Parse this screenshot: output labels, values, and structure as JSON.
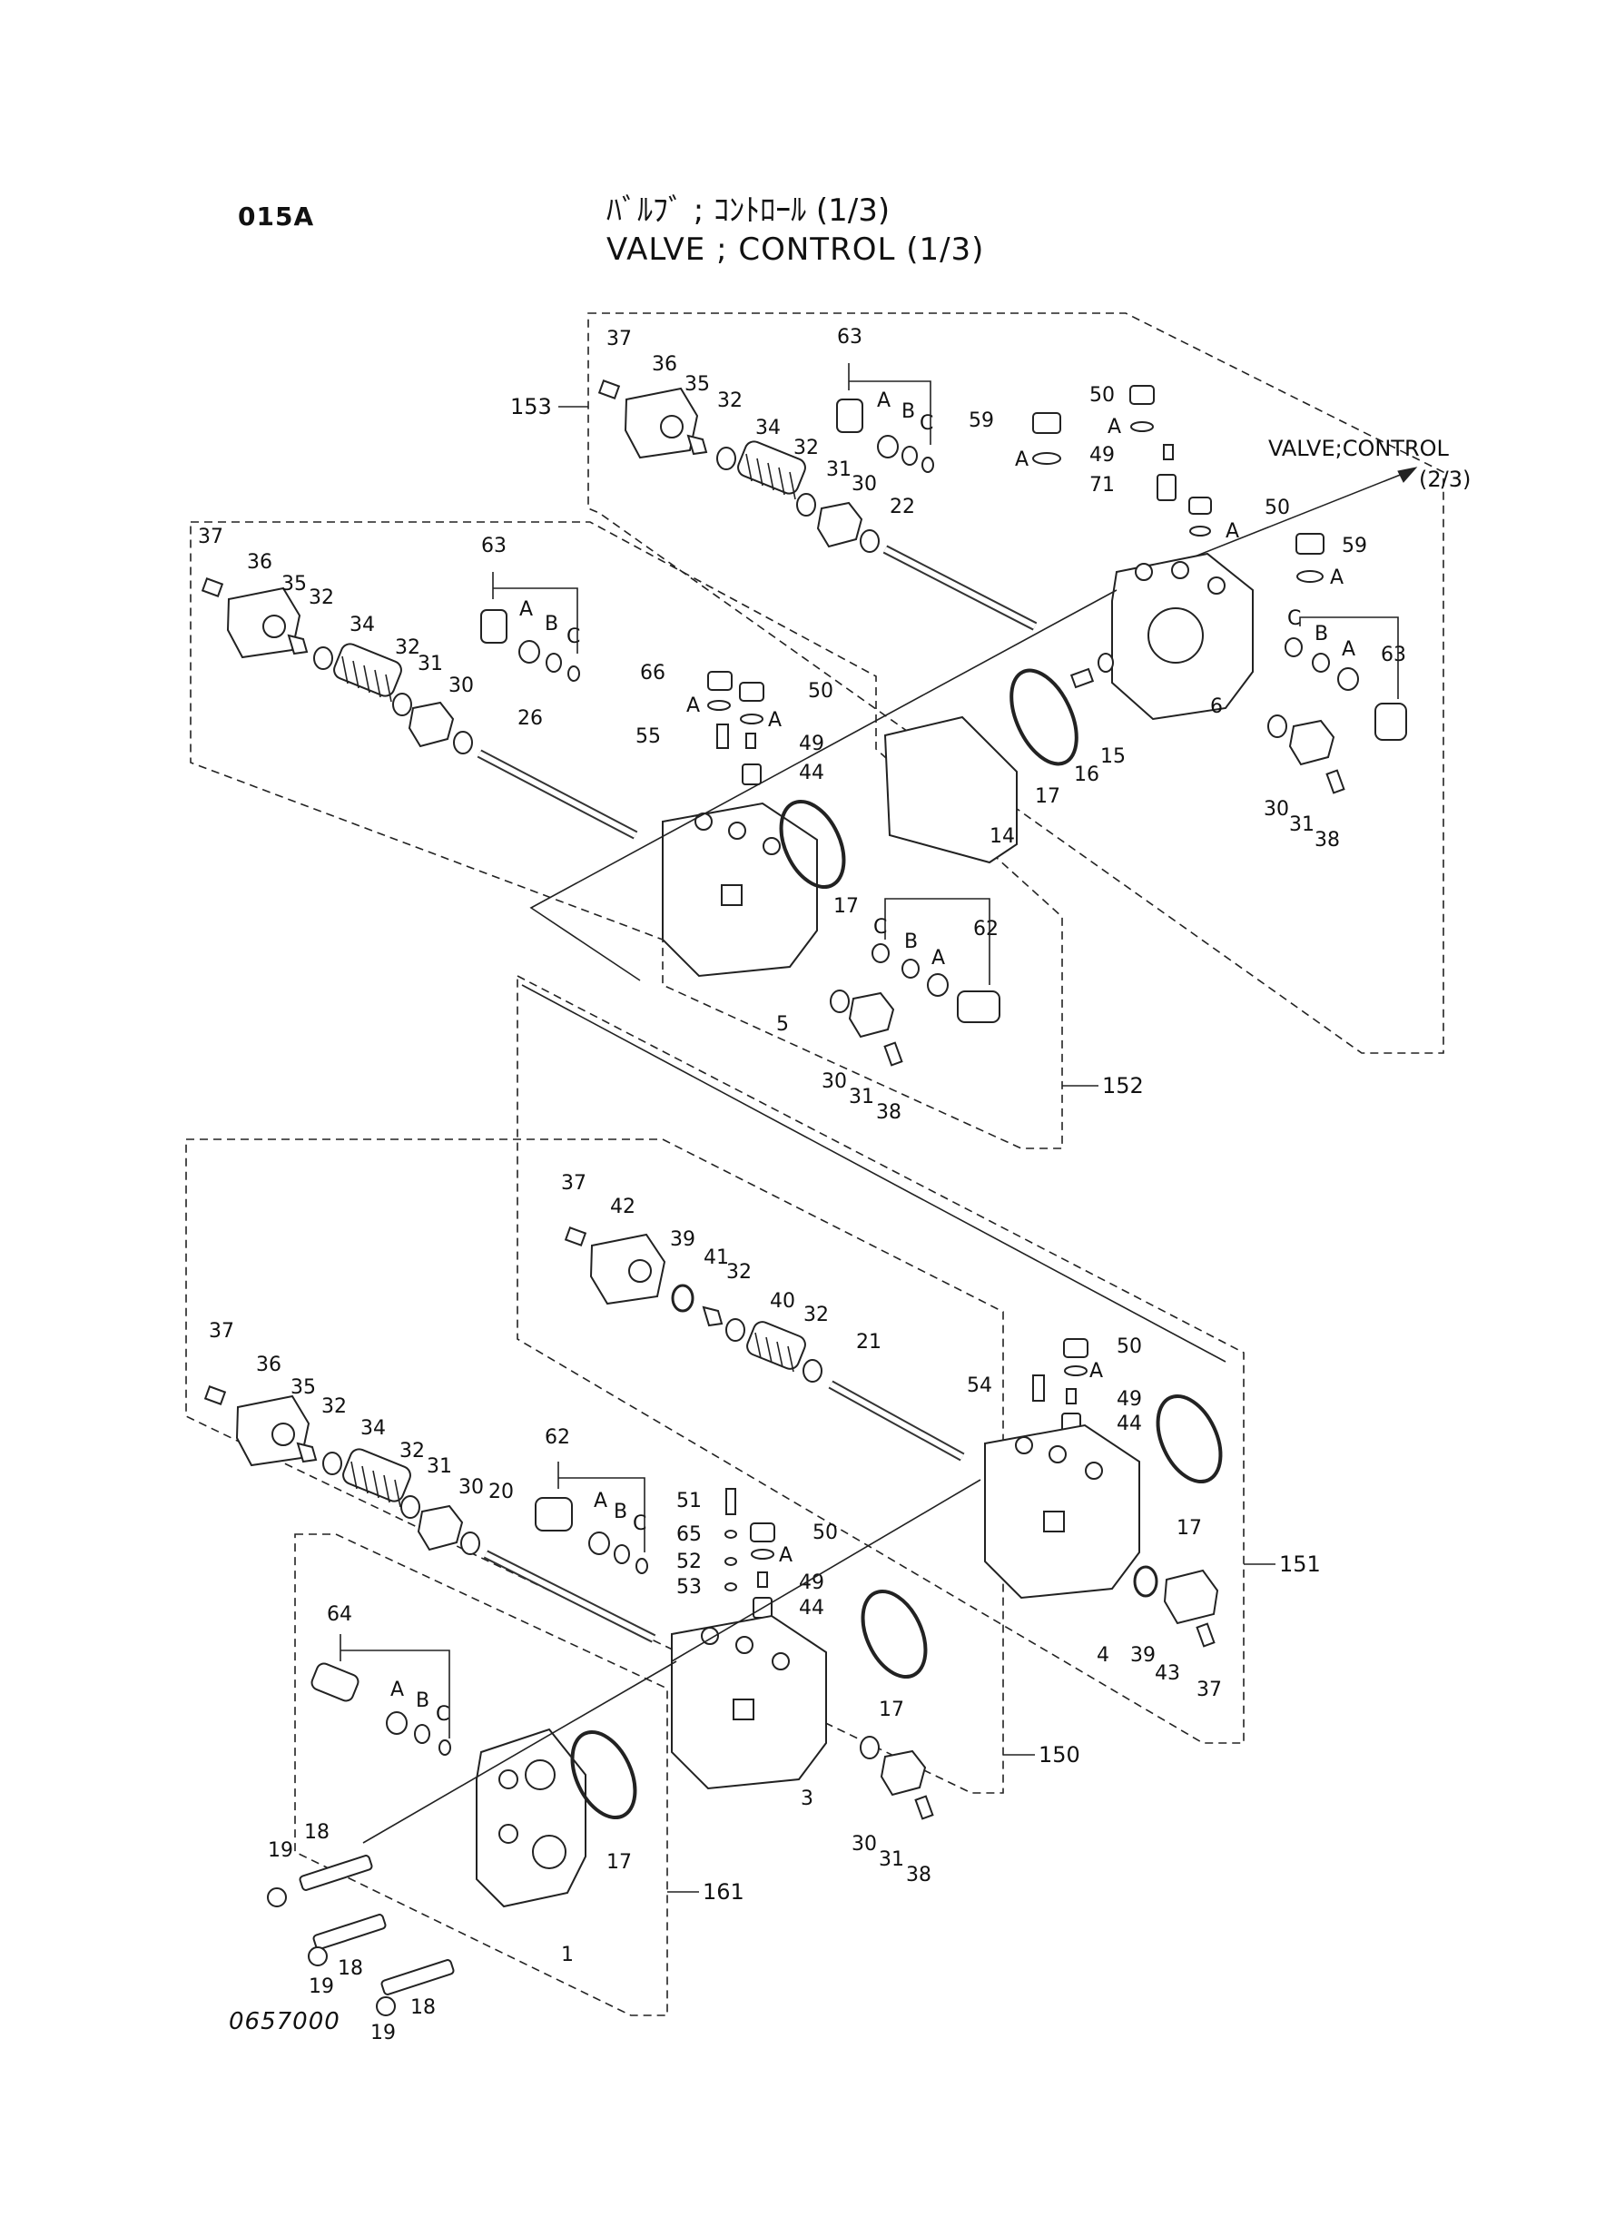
{
  "header": {
    "page_code": "015A",
    "title_jp": "ﾊﾞﾙﾌﾞ ; ｺﾝﾄﾛｰﾙ (1/3)",
    "title_en": "VALVE ; CONTROL (1/3)"
  },
  "footer": {
    "drawing_number": "0657000"
  },
  "callout": {
    "line1": "VALVE;CONTROL",
    "line2": "(2/3)"
  },
  "groups": [
    "153",
    "152",
    "151",
    "150",
    "161"
  ],
  "sub_labels": [
    "A",
    "B",
    "C"
  ],
  "part_numbers": {
    "p1": "1",
    "p3": "3",
    "p4": "4",
    "p5": "5",
    "p6": "6",
    "p14": "14",
    "p15": "15",
    "p16": "16",
    "p17": "17",
    "p18": "18",
    "p19": "19",
    "p20": "20",
    "p21": "21",
    "p22": "22",
    "p26": "26",
    "p30": "30",
    "p31": "31",
    "p32": "32",
    "p34": "34",
    "p35": "35",
    "p36": "36",
    "p37": "37",
    "p38": "38",
    "p39": "39",
    "p40": "40",
    "p41": "41",
    "p42": "42",
    "p43": "43",
    "p44": "44",
    "p49": "49",
    "p50": "50",
    "p51": "51",
    "p52": "52",
    "p53": "53",
    "p54": "54",
    "p55": "55",
    "p59": "59",
    "p62": "62",
    "p63": "63",
    "p64": "64",
    "p65": "65",
    "p66": "66",
    "p71": "71"
  }
}
